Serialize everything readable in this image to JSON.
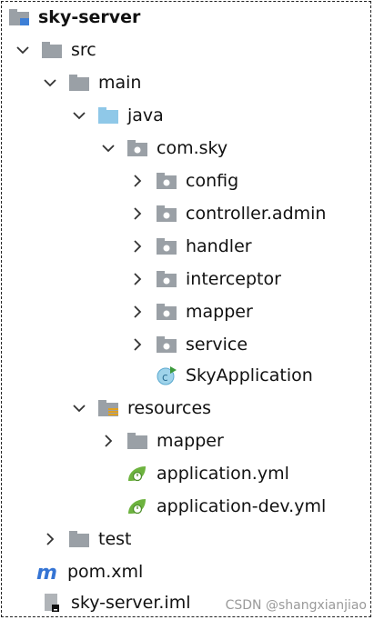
{
  "tree": {
    "project": "sky-server",
    "src": "src",
    "main": "main",
    "java": "java",
    "package": "com.sky",
    "packages": [
      "config",
      "controller.admin",
      "handler",
      "interceptor",
      "mapper",
      "service"
    ],
    "app_class": "SkyApplication",
    "resources": "resources",
    "resources_mapper": "mapper",
    "yml_files": [
      "application.yml",
      "application-dev.yml"
    ],
    "test": "test",
    "pom": "pom.xml",
    "iml": "sky-server.iml"
  },
  "watermark": "CSDN @shangxianjiao",
  "colors": {
    "folder_gray": "#9aa0a6",
    "source_folder_blue": "#8fc8e8",
    "spring_green": "#6db33f",
    "maven_blue": "#3574d4",
    "text": "#111111"
  }
}
